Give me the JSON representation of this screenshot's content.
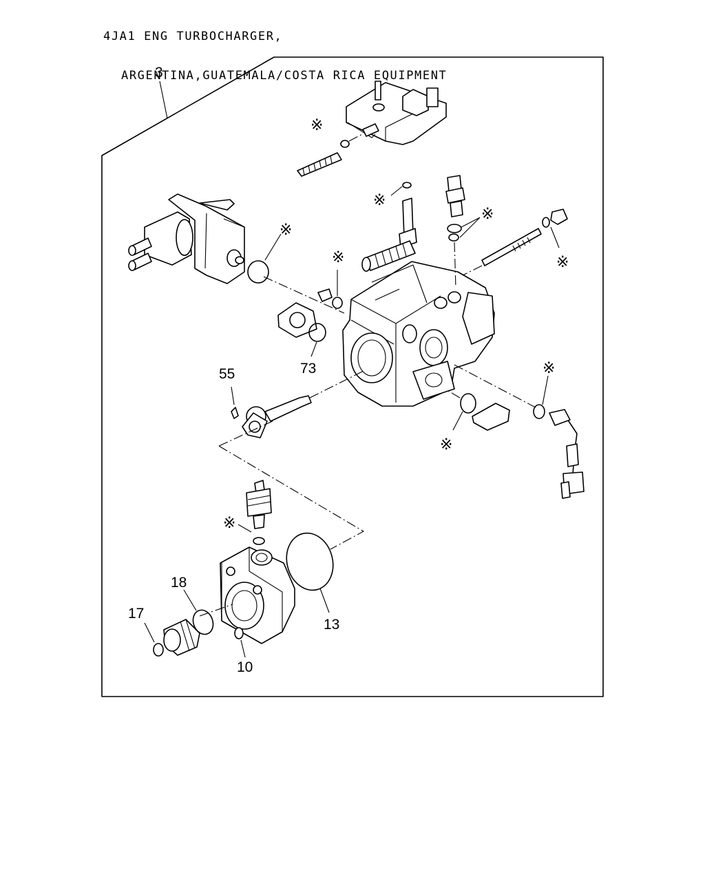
{
  "header": {
    "line1": "4JA1 ENG TURBOCHARGER,",
    "line2": "ARGENTINA,GUATEMALA/COSTA RICA EQUIPMENT"
  },
  "callouts": {
    "c3": "3",
    "c55": "55",
    "c73": "73",
    "c18": "18",
    "c17": "17",
    "c13": "13",
    "c10": "10"
  },
  "asterisk_mark": "※"
}
